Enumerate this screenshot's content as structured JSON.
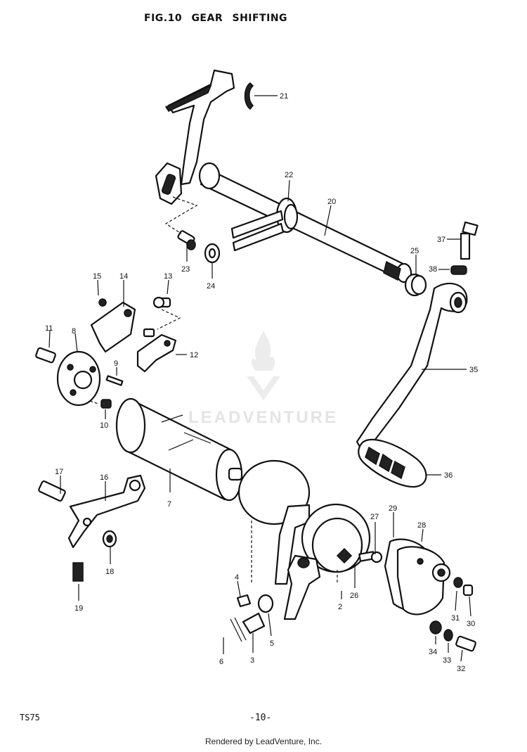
{
  "header": {
    "figure_title": "FIG.10 GEAR SHIFTING"
  },
  "footer": {
    "model": "TS75",
    "page_number": "-10-",
    "rendered_by": "Rendered by LeadVenture, Inc."
  },
  "watermark": {
    "text": "LEADVENTURE"
  },
  "callouts": [
    "21",
    "22",
    "20",
    "23",
    "24",
    "25",
    "37",
    "38",
    "15",
    "14",
    "13",
    "11",
    "8",
    "9",
    "12",
    "10",
    "35",
    "7",
    "36",
    "17",
    "16",
    "18",
    "19",
    "27",
    "29",
    "28",
    "4",
    "5",
    "3",
    "6",
    "2",
    "26",
    "31",
    "30",
    "34",
    "33",
    "32"
  ]
}
